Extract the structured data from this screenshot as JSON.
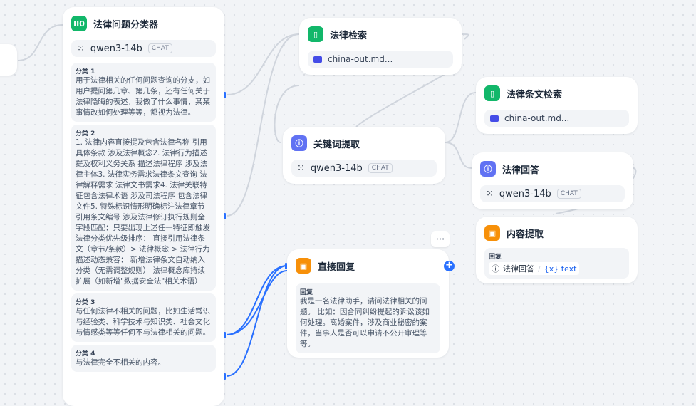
{
  "classifier": {
    "title": "法律问题分类器",
    "model": "qwen3-14b",
    "mode": "CHAT",
    "classes": [
      {
        "label": "分类 1",
        "text": "用于法律相关的任何问题查询的分支，如用户提问第几章、第几条，还有任何关于法律隐晦的表述，我做了什么事情，某某事情改如何处理等等，都视为法律。"
      },
      {
        "label": "分类 2",
        "text": "1. 法律内容直接提及包含法律名称 引用具体条款 涉及法律概念2. 法律行为描述提及权利义务关系 描述法律程序 涉及法律主体3. 法律实务需求法律条文查询 法律解释需求 法律文书需求4. 法律关联特征包含法律术语 涉及司法程序 包含法律文件5. 特殊标识情形明确标注法律章节 引用条文编号 涉及法律修订执行规则全字段匹配：只要出现上述任一特征即触发法律分类优先级排序： 直接引用法律条文（章节/条款）> 法律概念 > 法律行为描述动态兼容： 新增法律条文自动纳入分类（无需调整规则） 法律概念库持续扩展（如新增\"数据安全法\"相关术语）"
      },
      {
        "label": "分类 3",
        "text": "与任何法律不相关的问题，比如生活常识与经验类、科学技术与知识类、社会文化与情感类等等任何不与法律相关的问题。"
      },
      {
        "label": "分类 4",
        "text": "与法律完全不相关的内容。"
      }
    ]
  },
  "retrieval": {
    "title": "法律检索",
    "file": "china-out.md..."
  },
  "article_retrieval": {
    "title": "法律条文检索",
    "file": "china-out.md..."
  },
  "keyword": {
    "title": "关键词提取",
    "model": "qwen3-14b",
    "mode": "CHAT"
  },
  "answer": {
    "title": "法律回答",
    "model": "qwen3-14b",
    "mode": "CHAT"
  },
  "extract": {
    "title": "内容提取",
    "label": "回复",
    "source": "法律回答",
    "var": "{x} text"
  },
  "direct": {
    "title": "直接回复",
    "label": "回复",
    "text": "我是一名法律助手，请问法律相关的问题。 比如：因合同纠纷提起的诉讼该如何处理。离婚案件，涉及商业秘密的案件，当事人是否可以申请不公开审理等等。",
    "more": "•••",
    "add": "+"
  },
  "colors": {
    "accent": "#2970ff",
    "green": "#12b76a",
    "indigo": "#6172f3",
    "orange": "#f79009"
  }
}
